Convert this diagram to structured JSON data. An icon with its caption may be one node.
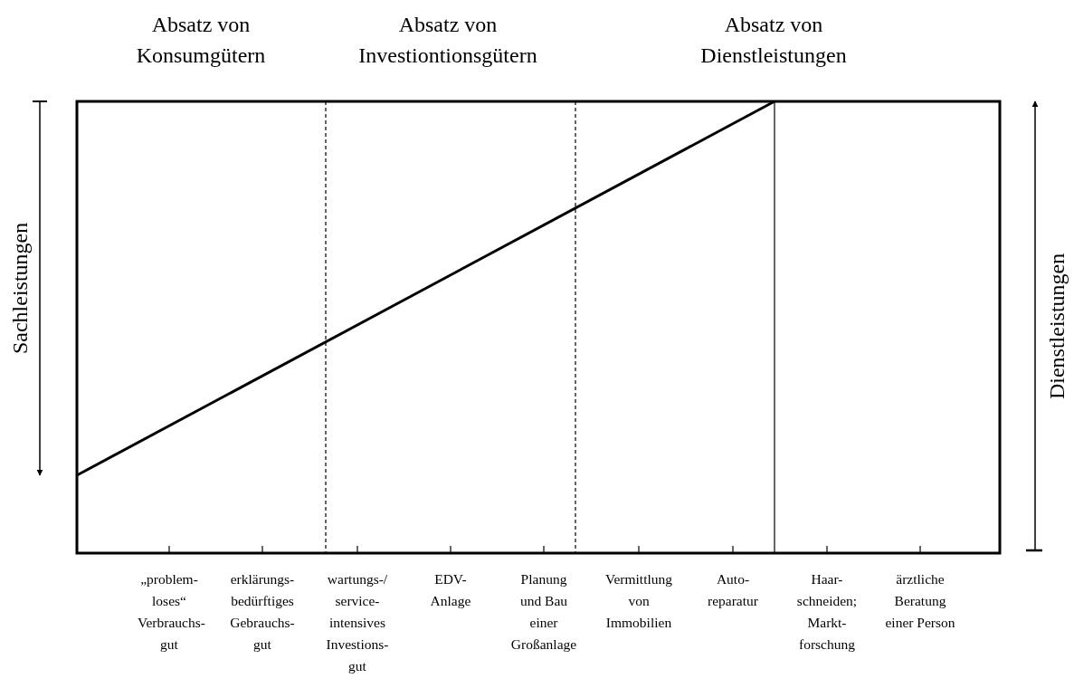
{
  "diagram": {
    "labels": [
      "Absatz von Konsumgütern",
      "Absatz von Investiontionsgütern",
      "Absatz von Dienstleistungen",
      "Sachleistungen",
      "Dienstleistungen",
      "„problem- loses“ Verbrauchs- gut",
      "erklärungs- bedürftiges Gebrauchs- gut",
      "wartungs-/ service- intensives Investions- gut",
      "EDV- Anlage",
      "Planung und Bau einer Großanlage",
      "Vermittlung von Immobilien",
      "Auto- reparatur",
      "Haar- schneiden; Markt- forschung",
      "ärztliche Beratung einer Person"
    ]
  }
}
